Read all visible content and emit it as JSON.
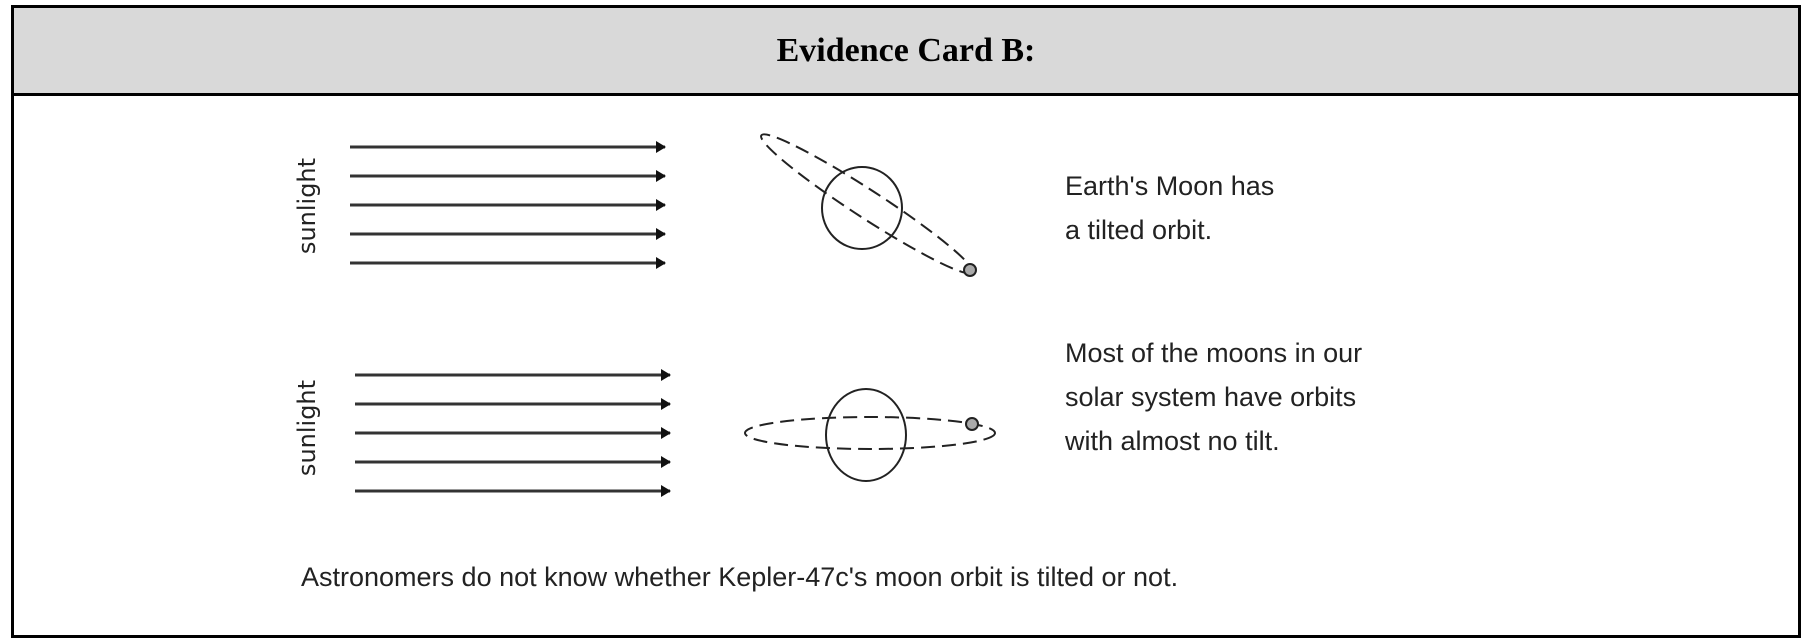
{
  "card": {
    "title": "Evidence Card B:",
    "rows": [
      {
        "label": "sunlight",
        "caption_lines": [
          "Earth's Moon has",
          "a tilted orbit."
        ],
        "orbit": "tilted"
      },
      {
        "label": "sunlight",
        "caption_lines": [
          "Most of the moons in our",
          "solar system have orbits",
          "with almost no tilt."
        ],
        "orbit": "flat"
      }
    ],
    "footer": "Astronomers do not know whether Kepler-47c's moon orbit is tilted or not."
  }
}
